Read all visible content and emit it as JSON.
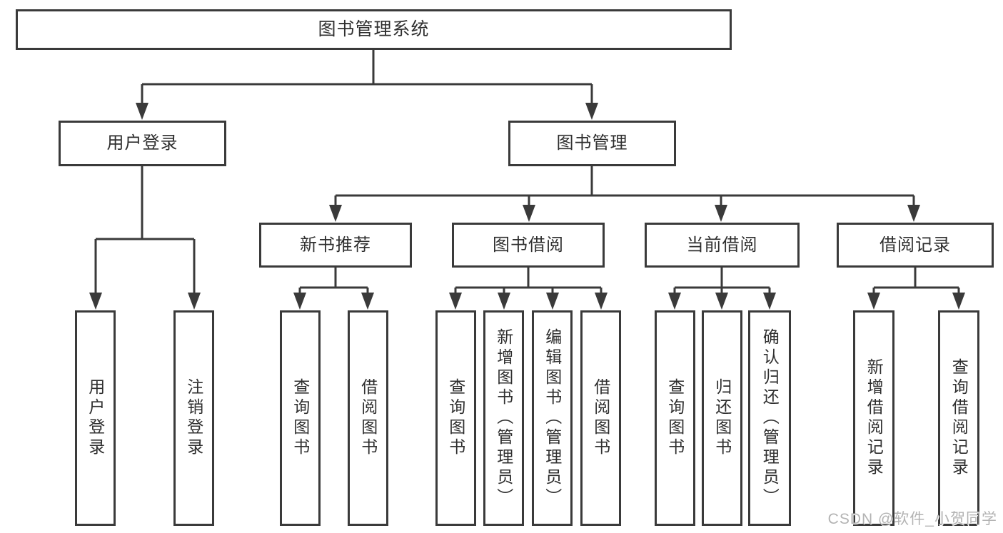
{
  "tree": {
    "root": {
      "label": "图书管理系统"
    },
    "branches": [
      {
        "label": "用户登录",
        "leaves": [
          {
            "label": "用户登录"
          },
          {
            "label": "注销登录"
          }
        ]
      },
      {
        "label": "图书管理",
        "groups": [
          {
            "label": "新书推荐",
            "leaves": [
              {
                "label": "查询图书"
              },
              {
                "label": "借阅图书"
              }
            ]
          },
          {
            "label": "图书借阅",
            "leaves": [
              {
                "label": "查询图书"
              },
              {
                "label": "新增图书（管理员）"
              },
              {
                "label": "编辑图书（管理员）"
              },
              {
                "label": "借阅图书"
              }
            ]
          },
          {
            "label": "当前借阅",
            "leaves": [
              {
                "label": "查询图书"
              },
              {
                "label": "归还图书"
              },
              {
                "label": "确认归还（管理员）"
              }
            ]
          },
          {
            "label": "借阅记录",
            "leaves": [
              {
                "label": "新增借阅记录"
              },
              {
                "label": "查询借阅记录"
              }
            ]
          }
        ]
      }
    ]
  },
  "watermark": {
    "text": "CSDN @软件_小贺同学"
  },
  "colors": {
    "line": "#3a3a3a",
    "text": "#2f2f2f",
    "watermark": "#b3b3b3",
    "bg": "#ffffff"
  }
}
